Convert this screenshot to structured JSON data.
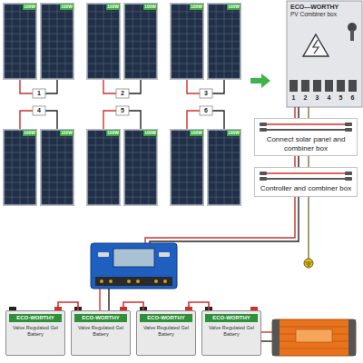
{
  "diagram": {
    "nodes": [
      {
        "text": [
          "ECO—WORTHY",
          "PV Combiner box"
        ]
      },
      {
        "text": [
          "ECO-WORTHY",
          "Valve Regulated Gel Battery"
        ]
      },
      {
        "text": [
          "ECO-WORTHY",
          "Valve Regulated Gel Battery"
        ]
      },
      {
        "text": [
          "ECO-WORTHY",
          "Valve Regulated Gel Battery"
        ]
      },
      {
        "text": [
          "ECO-WORTHY",
          "Valve Regulated Gel Battery"
        ]
      }
    ],
    "edges": [
      {
        "from": 1,
        "to": 2,
        "arrow": "none"
      },
      {
        "from": 2,
        "to": 3,
        "arrow": "none"
      },
      {
        "from": 3,
        "to": 4,
        "arrow": "none"
      }
    ],
    "labels": [
      "1",
      "2",
      "3",
      "4",
      "5",
      "6",
      "1",
      "2",
      "3",
      "4",
      "5",
      "6",
      "100W",
      "100W",
      "100W",
      "100W",
      "100W",
      "100W",
      "100W",
      "100W",
      "100W",
      "100W",
      "100W",
      "100W"
    ],
    "legend": [
      {
        "text": "Connect solar panel and combiner box"
      },
      {
        "text": "Controller and combiner box"
      }
    ]
  }
}
